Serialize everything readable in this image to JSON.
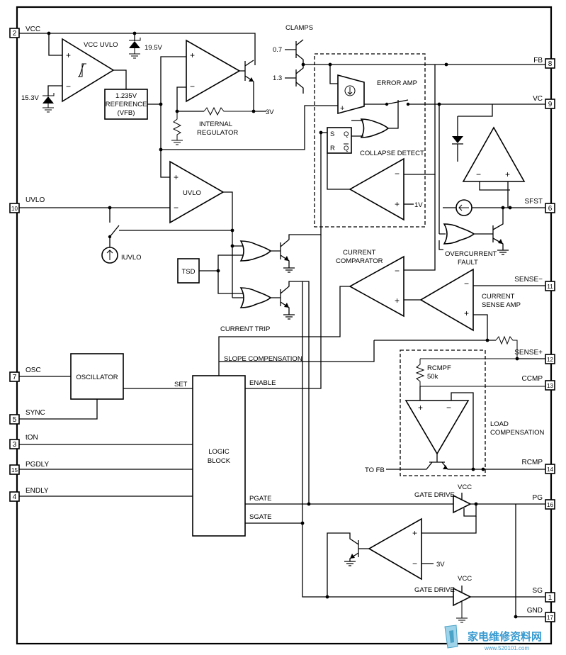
{
  "pins": [
    {
      "num": "2",
      "name": "VCC"
    },
    {
      "num": "10",
      "name": "UVLO"
    },
    {
      "num": "7",
      "name": "OSC"
    },
    {
      "num": "5",
      "name": "SYNC"
    },
    {
      "num": "3",
      "name": "tON"
    },
    {
      "num": "15",
      "name": "PGDLY"
    },
    {
      "num": "4",
      "name": "ENDLY"
    },
    {
      "num": "8",
      "name": "FB"
    },
    {
      "num": "9",
      "name": "VC"
    },
    {
      "num": "6",
      "name": "SFST"
    },
    {
      "num": "11",
      "name": "SENSE−"
    },
    {
      "num": "12",
      "name": "SENSE+"
    },
    {
      "num": "13",
      "name": "CCMP"
    },
    {
      "num": "14",
      "name": "RCMP"
    },
    {
      "num": "16",
      "name": "PG"
    },
    {
      "num": "1",
      "name": "SG"
    },
    {
      "num": "17",
      "name": "GND"
    }
  ],
  "blocks": {
    "vcc_uvlo": "VCC UVLO",
    "reference_line1": "1.235V",
    "reference_line2": "REFERENCE",
    "reference_line3": "(VFB)",
    "internal_regulator_line1": "INTERNAL",
    "internal_regulator_line2": "REGULATOR",
    "clamps": "CLAMPS",
    "error_amp": "ERROR AMP",
    "collapse_detect": "COLLAPSE DETECT",
    "uvlo": "UVLO",
    "iuvlo": "IUVLO",
    "tsd": "TSD",
    "current_comparator_line1": "CURRENT",
    "current_comparator_line2": "COMPARATOR",
    "overcurrent_fault_line1": "OVERCURRENT",
    "overcurrent_fault_line2": "FAULT",
    "current_sense_amp_line1": "CURRENT",
    "current_sense_amp_line2": "SENSE AMP",
    "current_trip": "CURRENT TRIP",
    "slope_compensation": "SLOPE COMPENSATION",
    "oscillator": "OSCILLATOR",
    "set": "SET",
    "enable": "ENABLE",
    "logic_block_line1": "LOGIC",
    "logic_block_line2": "BLOCK",
    "rcmpf": "RCMPF",
    "rcmpf_value": "50k",
    "load_compensation_line1": "LOAD",
    "load_compensation_line2": "COMPENSATION",
    "to_fb": "TO FB",
    "pgate": "PGATE",
    "sgate": "SGATE",
    "gate_drive_pg": "GATE DRIVE",
    "gate_drive_sg": "GATE DRIVE",
    "vcc_pg": "VCC",
    "vcc_sg": "VCC",
    "sr_s": "S",
    "sr_r": "R",
    "sr_q": "Q",
    "sr_qbar": "Q"
  },
  "values": {
    "zener_19v5": "19.5V",
    "zener_15v3": "15.3V",
    "clamp_07": "0.7",
    "clamp_13": "1.3",
    "v3_top": "3V",
    "v1": "1V",
    "v3_bottom": "3V"
  },
  "watermark": {
    "text": "家电维修资料网",
    "url": "www.520101.com"
  }
}
